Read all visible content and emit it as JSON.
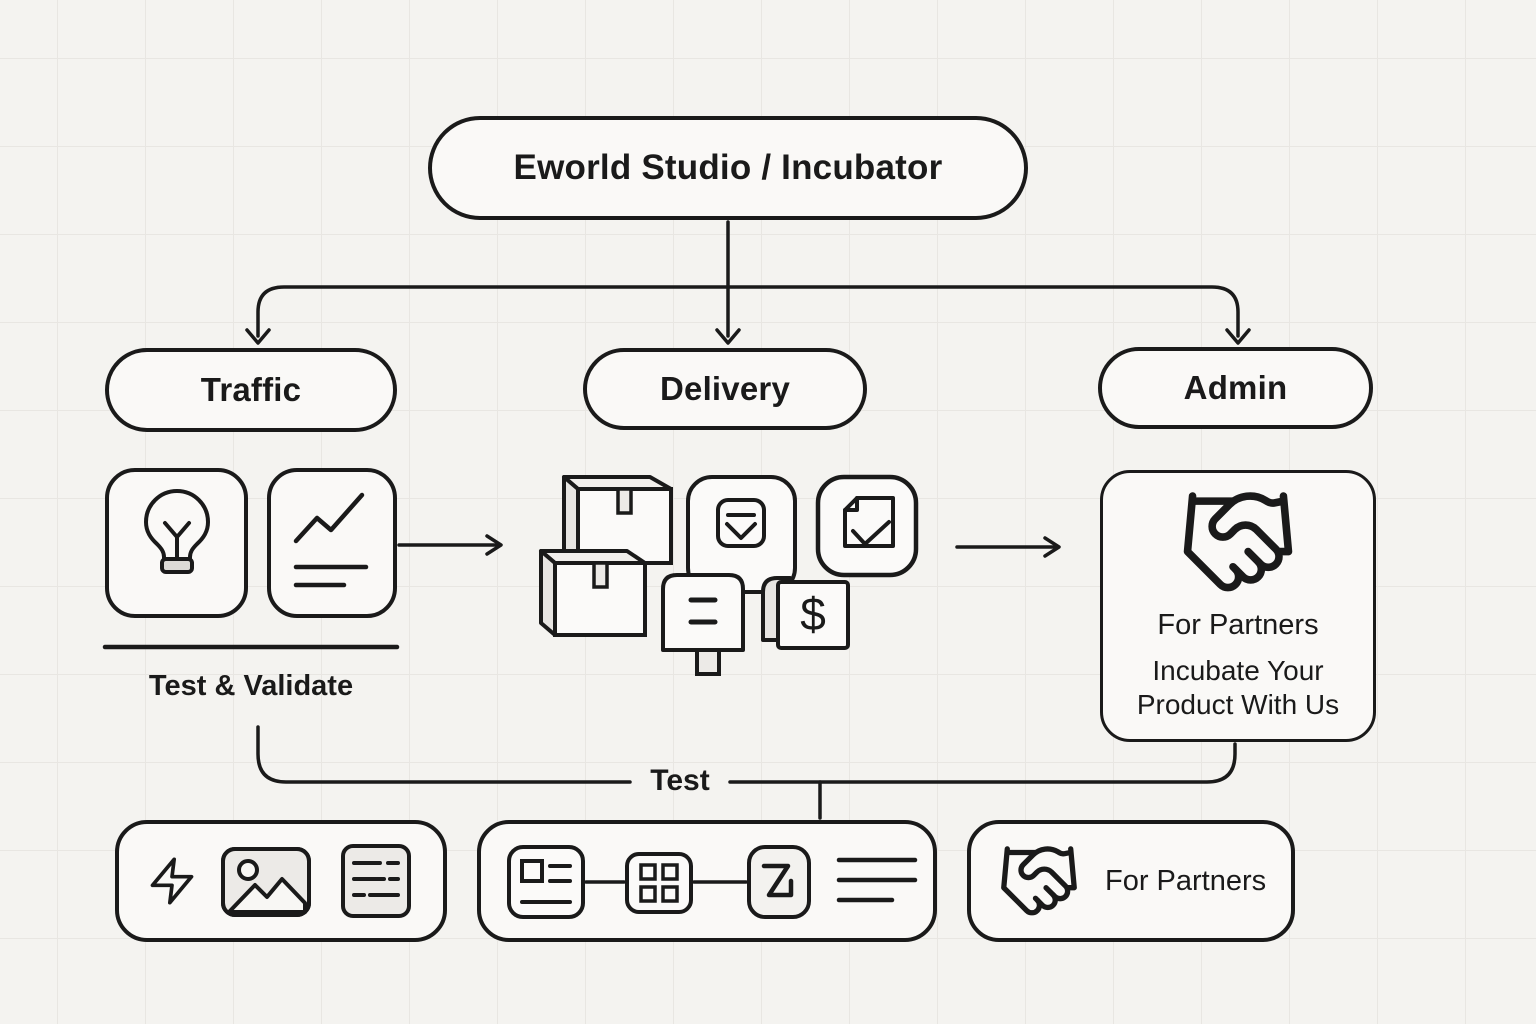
{
  "colors": {
    "background": "#f4f3f0",
    "grid_line": "#e8e6e2",
    "stroke": "#1a1a1a",
    "shape_fill": "#faf9f7",
    "muted_fill": "#e9e7e4"
  },
  "root": {
    "label": "Eworld Studio / Incubator"
  },
  "branches": {
    "traffic": {
      "label": "Traffic"
    },
    "delivery": {
      "label": "Delivery"
    },
    "admin": {
      "label": "Admin"
    }
  },
  "traffic_section": {
    "icons": [
      "lightbulb-icon",
      "trend-chart-icon"
    ],
    "caption": "Test & Validate"
  },
  "delivery_section": {
    "icons": [
      "package-boxes-icon",
      "checkbox-card-icon",
      "tag-icon",
      "price-receipt-icon",
      "document-check-icon"
    ],
    "receipt_symbol": "$"
  },
  "admin_section": {
    "icon": "handshake-icon",
    "title": "For Partners",
    "subtitle": "Incubate Your Product With Us"
  },
  "test_connector": {
    "label": "Test"
  },
  "bottom_cards": {
    "media": {
      "icons": [
        "lightning-icon",
        "image-icon",
        "document-lines-icon"
      ]
    },
    "pipeline": {
      "icons": [
        "form-icon",
        "grid-icon",
        "z-logo-icon",
        "text-lines-icon"
      ]
    },
    "partners": {
      "icon": "handshake-icon",
      "label": "For Partners"
    }
  }
}
